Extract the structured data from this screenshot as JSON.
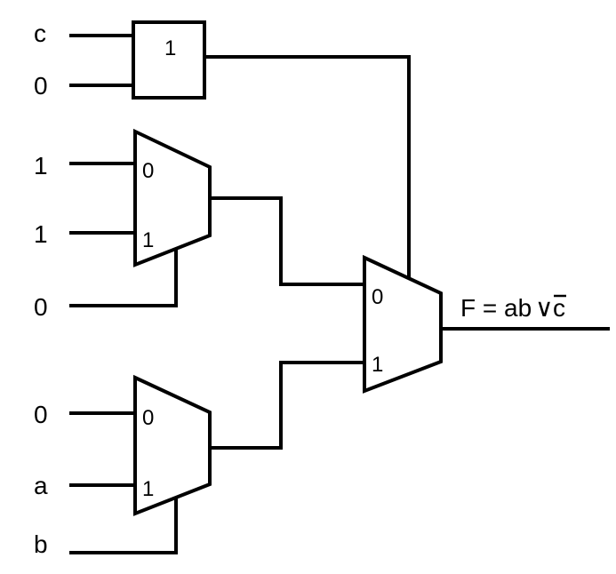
{
  "diagram": {
    "inputs": {
      "top_c": "c",
      "top_0": "0",
      "mux1_in0": "1",
      "mux1_in1": "1",
      "mux1_sel": "0",
      "mux2_in0": "0",
      "mux2_in1": "a",
      "mux2_sel": "b"
    },
    "gate": {
      "label": "1"
    },
    "mux_upper": {
      "pin0": "0",
      "pin1": "1"
    },
    "mux_lower": {
      "pin0": "0",
      "pin1": "1"
    },
    "mux_final": {
      "pin0": "0",
      "pin1": "1"
    },
    "output": {
      "prefix": "F = ab",
      "op": "∨",
      "var": "c"
    }
  }
}
